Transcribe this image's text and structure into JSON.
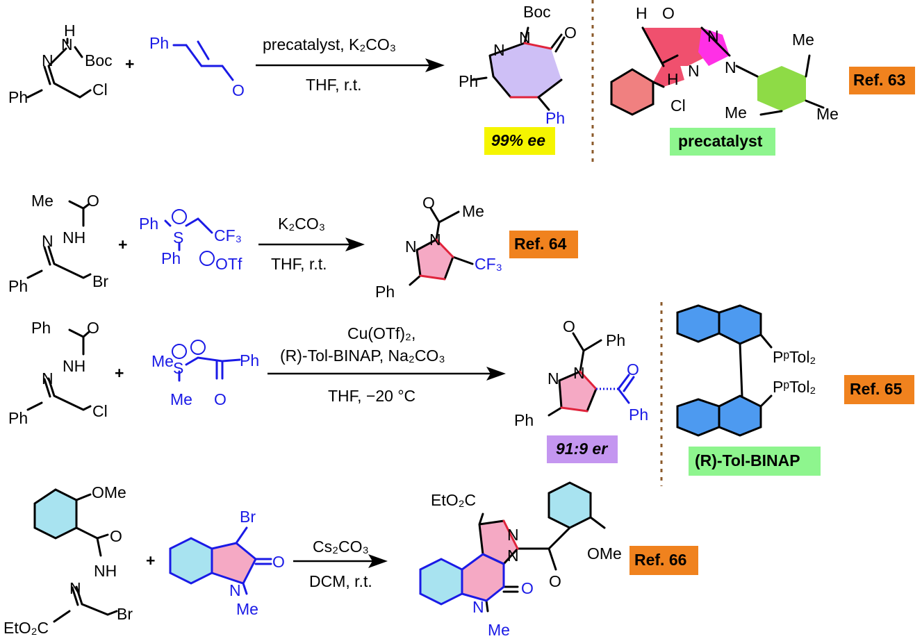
{
  "reactions": [
    {
      "reactant1": {
        "labels": [
          "H",
          "N",
          "Boc",
          "N",
          "Ph",
          "Cl"
        ]
      },
      "plus": "+",
      "reactant2": {
        "labels": [
          "Ph",
          "O"
        ]
      },
      "conditions_above": "precatalyst, K₂CO₃",
      "conditions_below": "THF, r.t.",
      "product": {
        "labels": [
          "Boc",
          "N",
          "N",
          "O",
          "Ph",
          "Ph"
        ]
      },
      "result_badge": "99% ee",
      "reference": "Ref. 63",
      "catalyst": {
        "name": "precatalyst",
        "labels": [
          "H",
          "O",
          "N",
          "N",
          "N",
          "H",
          "Cl",
          "Me",
          "Me",
          "Me"
        ]
      }
    },
    {
      "reactant1": {
        "labels": [
          "Me",
          "O",
          "NH",
          "N",
          "Ph",
          "Br"
        ]
      },
      "plus": "+",
      "reactant2": {
        "labels": [
          "Ph",
          "S",
          "CF₃",
          "Ph",
          "OTf"
        ]
      },
      "conditions_above": "K₂CO₃",
      "conditions_below": "THF, r.t.",
      "product": {
        "labels": [
          "O",
          "Me",
          "N",
          "N",
          "CF₃",
          "Ph"
        ]
      },
      "reference": "Ref. 64"
    },
    {
      "reactant1": {
        "labels": [
          "Ph",
          "O",
          "NH",
          "N",
          "Ph",
          "Cl"
        ]
      },
      "plus": "+",
      "reactant2": {
        "labels": [
          "Me",
          "S",
          "Me",
          "O",
          "Ph"
        ]
      },
      "conditions_above_1": "Cu(OTf)₂,",
      "conditions_above_2": "(R)-Tol-BINAP,  Na₂CO₃",
      "conditions_below": "THF, −20 °C",
      "product": {
        "labels": [
          "O",
          "Ph",
          "N",
          "N",
          "O",
          "Ph",
          "Ph"
        ]
      },
      "result_badge": "91:9 er",
      "reference": "Ref. 65",
      "ligand": {
        "name": "(R)-Tol-BINAP",
        "labels": [
          "PᵖTol₂",
          "PᵖTol₂"
        ]
      }
    },
    {
      "reactant1": {
        "labels": [
          "OMe",
          "O",
          "NH",
          "N",
          "EtO₂C",
          "Br"
        ]
      },
      "plus": "+",
      "reactant2": {
        "labels": [
          "Br",
          "O",
          "N",
          "Me"
        ]
      },
      "conditions_above": "Cs₂CO₃",
      "conditions_below": "DCM, r.t.",
      "product": {
        "labels": [
          "EtO₂C",
          "N",
          "N",
          "OMe",
          "O",
          "O",
          "N",
          "Me"
        ]
      },
      "reference": "Ref. 66"
    }
  ],
  "colors": {
    "reagent_blue": "#1a1ae6",
    "ref_badge": "#f0821e",
    "ee_badge": "#f5f500",
    "er_badge": "#c496f0",
    "catalyst_label": "#8ef58e",
    "divider": "#8b5a2b"
  }
}
